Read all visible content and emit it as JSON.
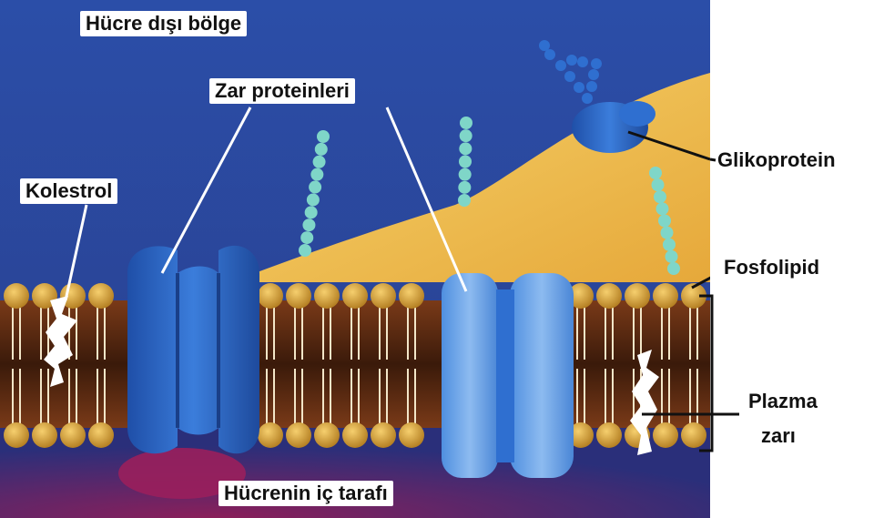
{
  "labels": {
    "extracellular": "Hücre dışı bölge",
    "membrane_proteins": "Zar proteinleri",
    "cholesterol": "Kolestrol",
    "glycoprotein": "Glikoprotein",
    "phospholipid": "Fosfolipid",
    "plasma_membrane_line1": "Plazma",
    "plasma_membrane_line2": "zarı",
    "intracellular": "Hücrenin iç tarafı"
  },
  "colors": {
    "background_blue": "#2a4aa0",
    "glycocalyx_yellow": "#f2c24e",
    "lipid_head": "#d9a23a",
    "lipid_core": "#5a2a14",
    "protein_blue": "#2f6fd0",
    "protein_light": "#6fa8e6",
    "sugar_chain": "#7fd6c8",
    "cholesterol": "#ffffff"
  }
}
